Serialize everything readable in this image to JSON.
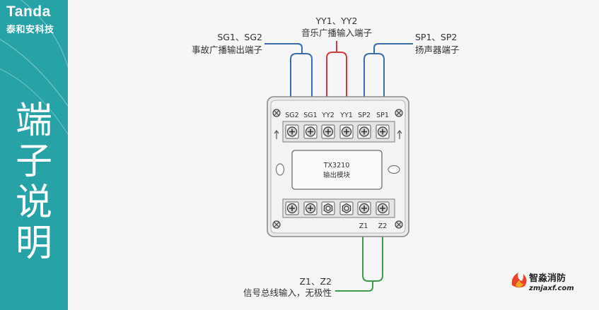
{
  "brand": {
    "name": "Tanda",
    "subtitle": "泰和安科技"
  },
  "sidebar": {
    "title_chars": [
      "端",
      "子",
      "说",
      "明"
    ]
  },
  "labels": {
    "sg": {
      "terminals": "SG1、SG2",
      "desc": "事故广播输出端子"
    },
    "yy": {
      "terminals": "YY1、YY2",
      "desc": "音乐广播输入端子"
    },
    "sp": {
      "terminals": "SP1、SP2",
      "desc": "扬声器端子"
    },
    "z": {
      "terminals": "Z1、Z2",
      "desc": "信号总线输入，无极性"
    }
  },
  "module": {
    "model": "TX3210",
    "name": "输出模块",
    "top_terminals": [
      "SG2",
      "SG1",
      "YY2",
      "YY1",
      "SP2",
      "SP1"
    ],
    "bottom_terminals": [
      "Z1",
      "Z2"
    ],
    "bottom_screw_icons": [
      "screw-cross-icon",
      "screw-cross-icon",
      "screw-hex-icon",
      "screw-hex-icon",
      "screw-cross-icon",
      "screw-cross-icon"
    ]
  },
  "watermark": {
    "name": "智淼消防",
    "url": "zmjaxf.com"
  },
  "icons": {
    "corner_screw": "screw-x-icon",
    "top_screw": "screw-cross-icon",
    "side_arrow": "arrow-up-icon",
    "watermark_logo": "zmjaxf-logo-icon"
  },
  "colors": {
    "sidebar": "#27a3a7",
    "wire_sg": "#3a6cb2",
    "wire_yy": "#d63a3d",
    "wire_sp": "#3a6cb2",
    "wire_z": "#3e9b4b"
  }
}
